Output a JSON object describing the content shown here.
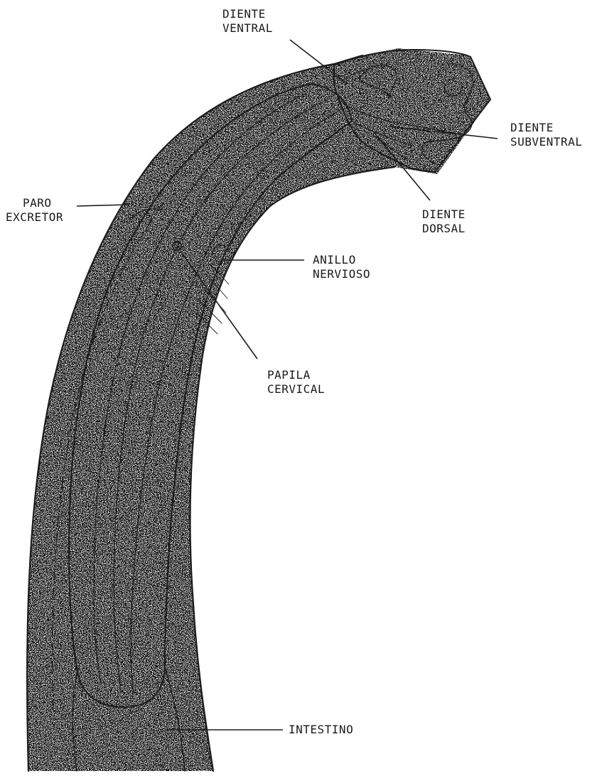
{
  "labels": {
    "diente_ventral": [
      "DIENTE",
      "VENTRAL"
    ],
    "diente_subventral": [
      "DIENTE",
      "SUBVENTRAL"
    ],
    "diente_dorsal": [
      "DIENTE",
      "DORSAL"
    ],
    "paro_excretor": [
      "PARO",
      "EXCRETOR"
    ],
    "anillo_nervioso": [
      "ANILLO",
      "NERVIOSO"
    ],
    "papila_cervical": [
      "PAPILA",
      "CERVICAL"
    ],
    "intestino": "INTESTINO"
  },
  "colors": {
    "ink": "#1c1c1c",
    "paper": "#ffffff"
  }
}
